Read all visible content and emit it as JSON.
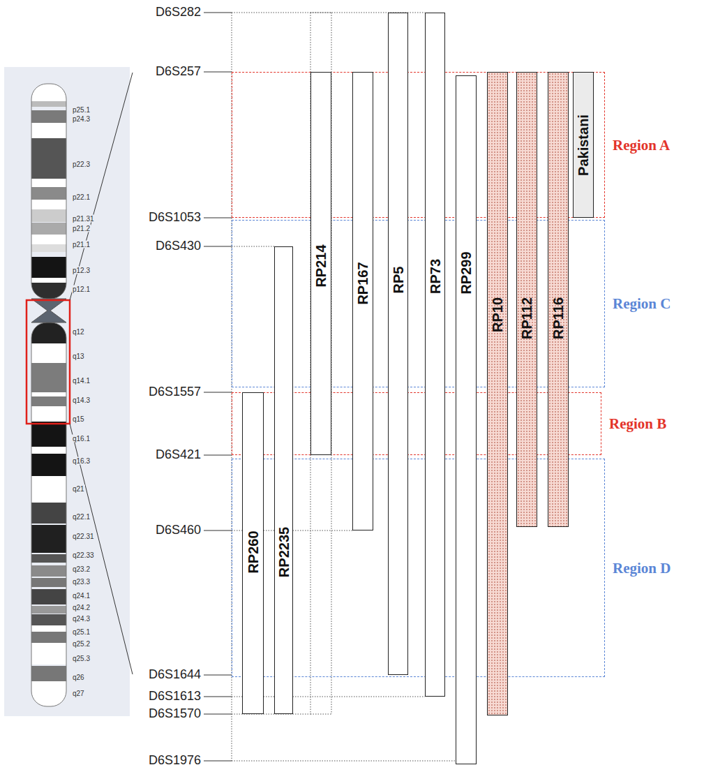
{
  "diagram": {
    "nodes": [
      {
        "text": [
          "Region A"
        ]
      },
      {
        "text": [
          "Region C"
        ]
      },
      {
        "text": [
          "Region B"
        ]
      },
      {
        "text": [
          "Region D"
        ]
      },
      {
        "text": [
          "RP260"
        ]
      },
      {
        "text": [
          "RP2235"
        ]
      },
      {
        "text": [
          "RP214"
        ]
      },
      {
        "text": [
          "RP167"
        ]
      },
      {
        "text": [
          "RP5"
        ]
      },
      {
        "text": [
          "RP73"
        ]
      },
      {
        "text": [
          "RP299"
        ]
      },
      {
        "text": [
          "RP10"
        ]
      },
      {
        "text": [
          "RP112"
        ]
      },
      {
        "text": [
          "RP116"
        ]
      },
      {
        "text": [
          "Pakistani"
        ]
      }
    ],
    "labels": [
      "D6S282",
      "D6S257",
      "D6S1053",
      "D6S430",
      "D6S1557",
      "D6S421",
      "D6S460",
      "D6S1644",
      "D6S1613",
      "D6S1570",
      "D6S1976",
      "p25.1",
      "p24.3",
      "p22.3",
      "p22.1",
      "p21.31",
      "p21.2",
      "p21.1",
      "p12.3",
      "p12.1",
      "q12",
      "q13",
      "q14.1",
      "q14.3",
      "q15",
      "q16.1",
      "q16.3",
      "q21",
      "q22.1",
      "q22.31",
      "q22.33",
      "q23.2",
      "q23.3",
      "q24.1",
      "q24.2",
      "q24.3",
      "q25.1",
      "q25.2",
      "q25.3",
      "q26",
      "q27"
    ]
  }
}
